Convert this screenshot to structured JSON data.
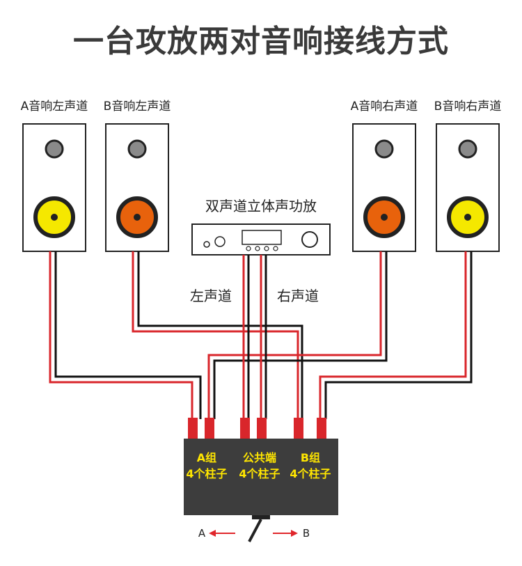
{
  "title": "一台攻放两对音响接线方式",
  "speakers": [
    {
      "label": "A音响左声道",
      "woofer_color": "#f5e800"
    },
    {
      "label": "B音响左声道",
      "woofer_color": "#e8620c"
    },
    {
      "label": "A音响右声道",
      "woofer_color": "#e8620c"
    },
    {
      "label": "B音响右声道",
      "woofer_color": "#f5e800"
    }
  ],
  "amplifier": {
    "label": "双声道立体声功放"
  },
  "channels": {
    "left": "左声道",
    "right": "右声道"
  },
  "switch_box": {
    "groups": [
      {
        "line1": "A组",
        "line2": "4个柱子"
      },
      {
        "line1": "公共端",
        "line2": "4个柱子"
      },
      {
        "line1": "B组",
        "line2": "4个柱子"
      }
    ]
  },
  "switch_direction": {
    "left": "A",
    "right": "B"
  },
  "colors": {
    "wire_red": "#d9262b",
    "wire_black": "#111111",
    "box": "#3d3d3d",
    "arrow": "#e0262b"
  }
}
